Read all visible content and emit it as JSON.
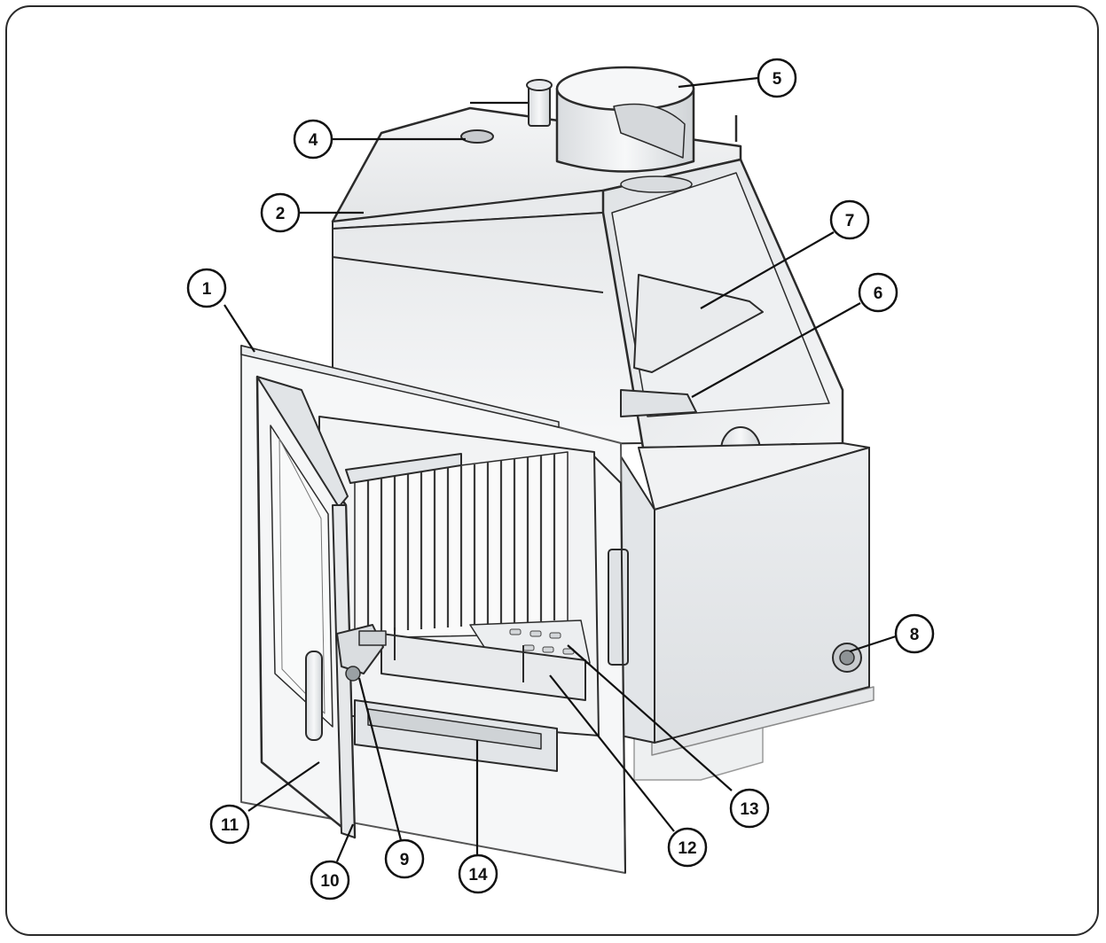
{
  "diagram": {
    "callouts": [
      {
        "id": "c1",
        "label": "1"
      },
      {
        "id": "c2",
        "label": "2"
      },
      {
        "id": "c4",
        "label": "4"
      },
      {
        "id": "c5",
        "label": "5"
      },
      {
        "id": "c6",
        "label": "6"
      },
      {
        "id": "c7",
        "label": "7"
      },
      {
        "id": "c8",
        "label": "8"
      },
      {
        "id": "c9",
        "label": "9"
      },
      {
        "id": "c10",
        "label": "10"
      },
      {
        "id": "c11",
        "label": "11"
      },
      {
        "id": "c12",
        "label": "12"
      },
      {
        "id": "c13",
        "label": "13"
      },
      {
        "id": "c14",
        "label": "14"
      }
    ]
  }
}
